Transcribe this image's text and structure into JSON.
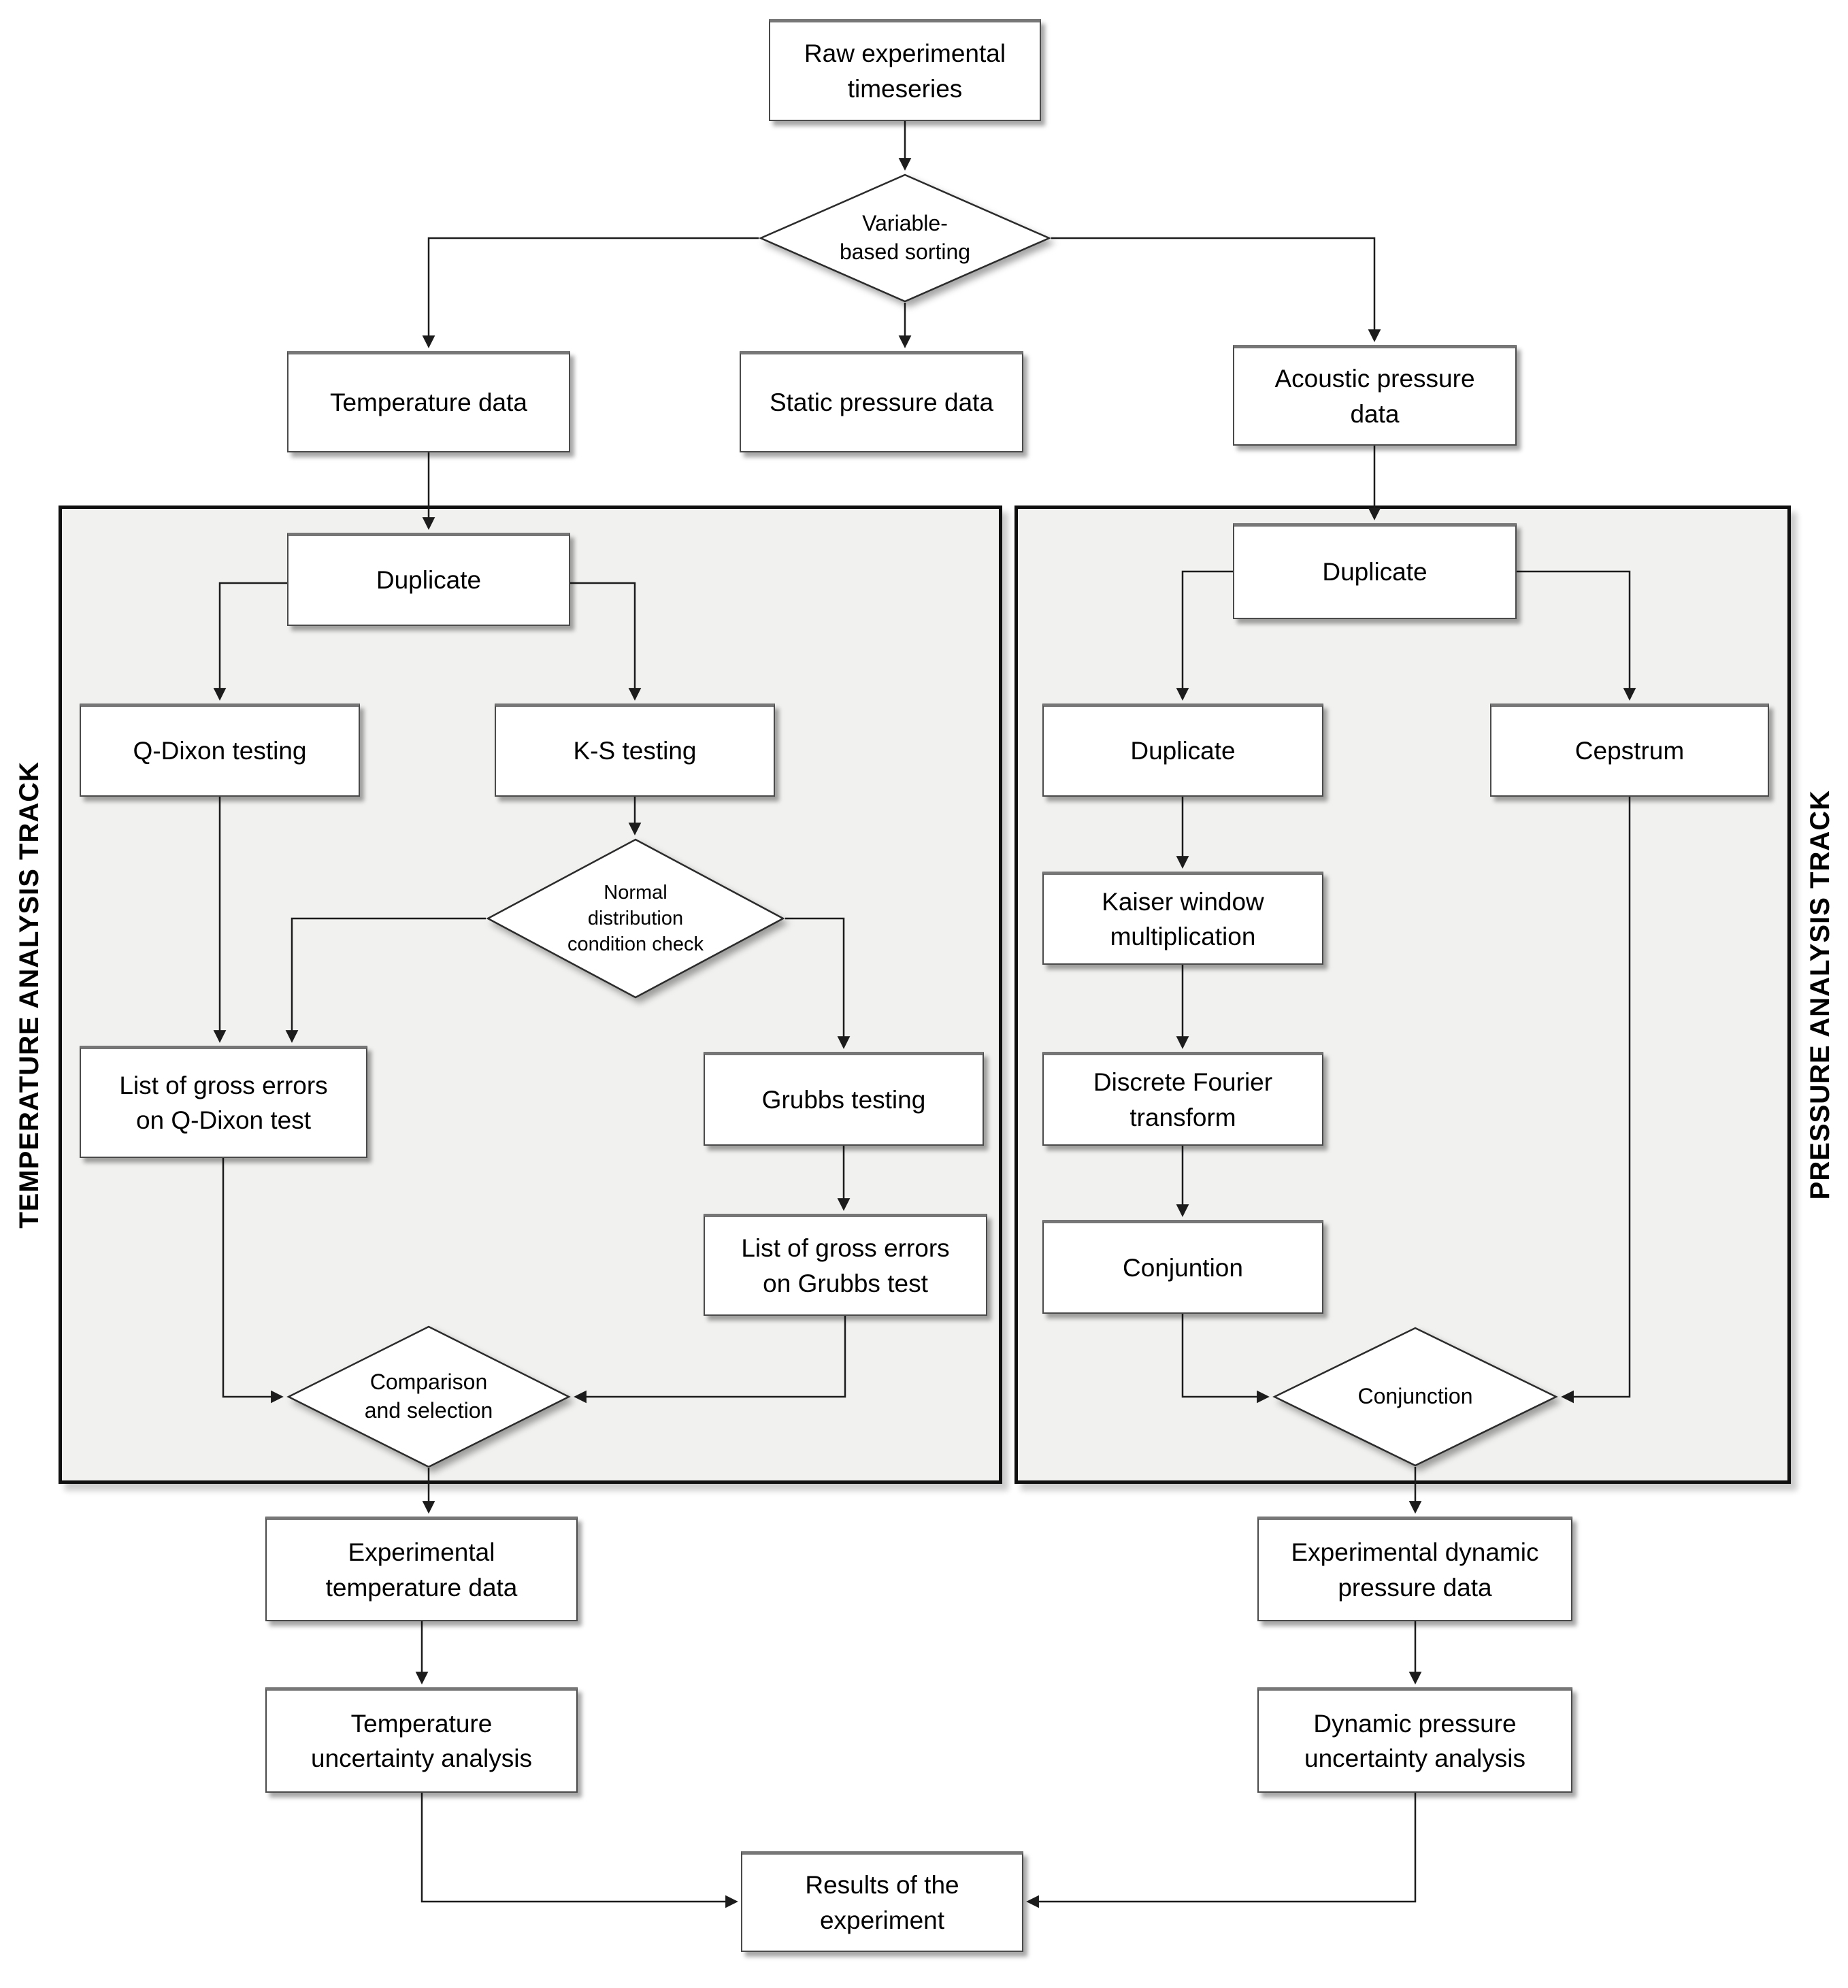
{
  "diagram": {
    "type": "flowchart",
    "nodes": {
      "raw": "Raw experimental\ntimeseries",
      "sorting": "Variable-\nbased sorting",
      "temperature_data": "Temperature data",
      "static_pressure_data": "Static pressure data",
      "acoustic_pressure_data": "Acoustic pressure\ndata",
      "duplicate_temperature": "Duplicate",
      "q_dixon_testing": "Q-Dixon testing",
      "k_s_testing": "K-S testing",
      "normal_check": "Normal\ndistribution\ncondition check",
      "gross_errors_q_dixon": "List of gross errors\non Q-Dixon test",
      "grubbs_testing": "Grubbs testing",
      "gross_errors_grubbs": "List of gross errors\non Grubbs test",
      "comparison_selection": "Comparison\nand selection",
      "duplicate_pressure": "Duplicate",
      "duplicate_pressure_2": "Duplicate",
      "cepstrum": "Cepstrum",
      "kaiser_window": "Kaiser window\nmultiplication",
      "discrete_fourier_transform": "Discrete Fourier\ntransform",
      "conjuntion_box": "Conjuntion",
      "conjunction_decision": "Conjunction",
      "experimental_temperature_data": "Experimental\ntemperature data",
      "temperature_uncertainty": "Temperature\nuncertainty analysis",
      "experimental_dynamic_pressure": "Experimental dynamic\npressure data",
      "dynamic_pressure_uncertainty": "Dynamic pressure\nuncertainty analysis",
      "results": "Results of the\nexperiment"
    },
    "tracks": {
      "temperature": "TEMPERATURE ANALYSIS TRACK",
      "pressure": "PRESSURE ANALYSIS TRACK"
    },
    "colors": {
      "background": "#ffffff",
      "panel_fill": "#f1f1ef",
      "panel_border": "#0f0f0f",
      "box_fill": "#ffffff",
      "box_border": "#4a4a4a",
      "connector": "#1c1c1c",
      "text": "#000000"
    }
  }
}
